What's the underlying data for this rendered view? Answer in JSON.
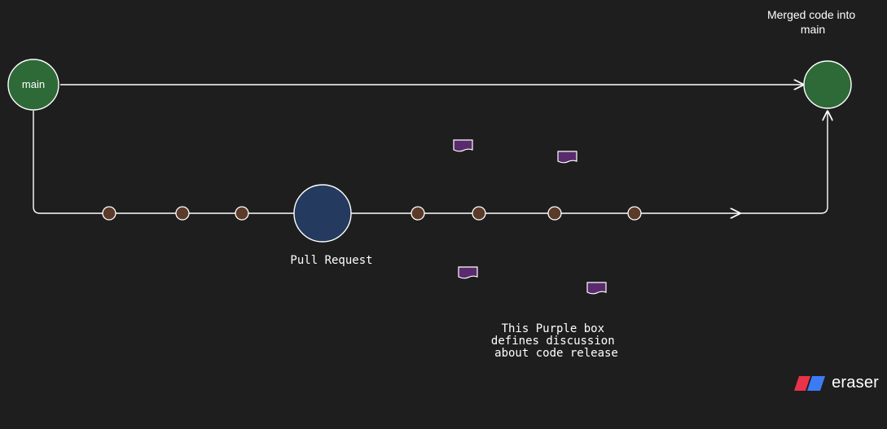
{
  "nodes": {
    "main_start": {
      "label": "main"
    },
    "merged_target": {
      "label_lines": [
        "Merged code into",
        "main"
      ]
    },
    "pull_request": {
      "label": "Pull Request"
    }
  },
  "commit_count": 7,
  "discussion_box_count": 4,
  "note": {
    "lines": [
      "This Purple box",
      "defines discussion",
      "about code release"
    ]
  },
  "brand": {
    "name": "eraser",
    "logo_colors": [
      "#e8334a",
      "#3d7bf5"
    ]
  },
  "colors": {
    "background": "#1e1e1e",
    "line": "#ffffff",
    "main_node_fill": "#2e6a38",
    "pr_node_fill": "#243a5e",
    "commit_fill": "#5c3a2a",
    "discussion_box_fill": "#5a2a6e"
  }
}
